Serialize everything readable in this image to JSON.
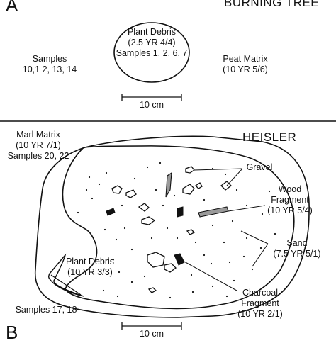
{
  "panel_a": {
    "letter": "A",
    "title": "BURNING TREE",
    "plant_debris": {
      "line1": "Plant Debris",
      "line2": "(2.5 YR 4/4)",
      "line3": "Samples 1, 2, 6, 7"
    },
    "samples": {
      "line1": "Samples",
      "line2": "10,1 2, 13, 14"
    },
    "peat_matrix": {
      "line1": "Peat Matrix",
      "line2": "(10 YR 5/6)"
    },
    "scale": "10 cm"
  },
  "panel_b": {
    "letter": "B",
    "title": "HEISLER",
    "marl_matrix": {
      "line1": "Marl Matrix",
      "line2": "(10 YR 7/1)",
      "line3": "Samples 20, 22"
    },
    "gravel": "Gravel",
    "wood_fragment": {
      "line1": "Wood",
      "line2": "Fragment",
      "line3": "(10 YR 5/4)"
    },
    "sand": {
      "line1": "Sand",
      "line2": "(7.5 YR 5/1)"
    },
    "plant_debris": {
      "line1": "Plant Debris",
      "line2": "(10 YR 3/3)"
    },
    "charcoal": {
      "line1": "Charcoal",
      "line2": "Fragment",
      "line3": "(10 YR 2/1)"
    },
    "samples": "Samples 17, 18",
    "scale": "10 cm"
  },
  "colors": {
    "ink": "#111111",
    "wood_fill": "#9a9a9a",
    "charcoal_fill": "#111111"
  }
}
